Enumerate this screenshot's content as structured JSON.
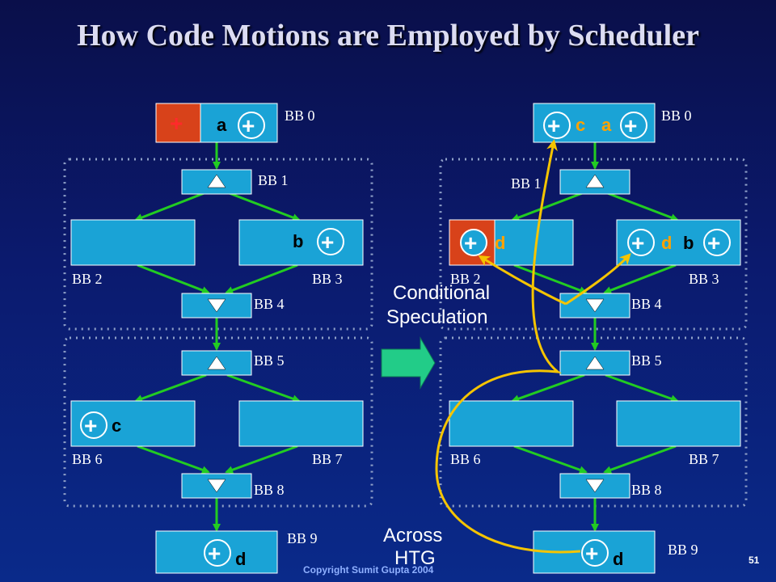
{
  "title": "How Code Motions are Employed by Scheduler",
  "footer": "Copyright Sumit Gupta 2004",
  "page_number": "51",
  "annotations": {
    "conditional_line1": "Conditional",
    "conditional_line2": "Speculation",
    "across_line1": "Across",
    "across_line2": "HTG"
  },
  "left": {
    "bb0": "BB 0",
    "bb1": "BB 1",
    "bb2": "BB 2",
    "bb3": "BB 3",
    "bb4": "BB 4",
    "bb5": "BB 5",
    "bb6": "BB 6",
    "bb7": "BB 7",
    "bb8": "BB 8",
    "bb9": "BB 9",
    "op_plus": "+",
    "var_a": "a",
    "var_b": "b",
    "var_c": "c",
    "var_d": "d"
  },
  "right": {
    "bb0": "BB 0",
    "bb1": "BB 1",
    "bb2": "BB 2",
    "bb3": "BB 3",
    "bb4": "BB 4",
    "bb5": "BB 5",
    "bb6": "BB 6",
    "bb7": "BB 7",
    "bb8": "BB 8",
    "bb9": "BB 9",
    "var_c": "c",
    "var_a": "a",
    "var_d2": "d",
    "var_d3": "d",
    "var_b": "b",
    "var_d9": "d"
  },
  "colors": {
    "block_fill": "#1aa3d6",
    "highlight_fill": "#d8421a",
    "edge_green": "#22cc22",
    "arrow_yellow": "#f5c400",
    "var_orange": "#ffa200",
    "transform_arrow": "#22cc88"
  }
}
